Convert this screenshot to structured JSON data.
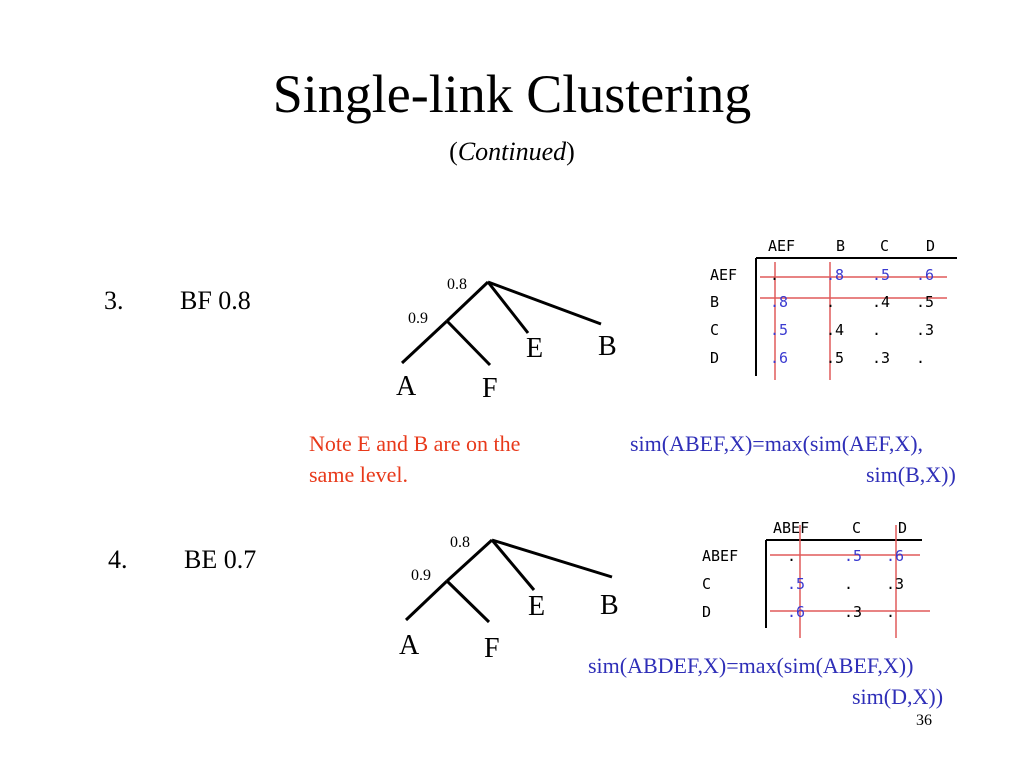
{
  "slide": {
    "title": "Single-link Clustering",
    "subtitle_open": "(",
    "subtitle_italic": "Continued",
    "subtitle_close": ")",
    "page_number": "36"
  },
  "step3": {
    "number": "3.",
    "label": "BF 0.8",
    "tree": {
      "root_sim": "0.8",
      "inner_sim": "0.9",
      "leaves": [
        "A",
        "F",
        "E",
        "B"
      ]
    },
    "matrix": {
      "columns": [
        "AEF",
        "B",
        "C",
        "D"
      ],
      "rows": [
        {
          "label": "AEF",
          "cells": [
            ".",
            ".8",
            ".5",
            ".6"
          ]
        },
        {
          "label": "B",
          "cells": [
            ".8",
            ".",
            ".4",
            ".5"
          ]
        },
        {
          "label": "C",
          "cells": [
            ".5",
            ".4",
            ".",
            ".3"
          ]
        },
        {
          "label": "D",
          "cells": [
            ".6",
            ".5",
            ".3",
            "."
          ]
        }
      ]
    },
    "note_line1": "Note E and B are on the",
    "note_line2": "same level.",
    "formula_line1": "sim(ABEF,X)=max(sim(AEF,X),",
    "formula_line2": "sim(B,X))"
  },
  "step4": {
    "number": "4.",
    "label": "BE 0.7",
    "tree": {
      "root_sim": "0.8",
      "inner_sim": "0.9",
      "leaves": [
        "A",
        "F",
        "E",
        "B"
      ]
    },
    "matrix": {
      "columns": [
        "ABEF",
        "C",
        "D"
      ],
      "rows": [
        {
          "label": "ABEF",
          "cells": [
            ".",
            ".5",
            ".6"
          ]
        },
        {
          "label": "C",
          "cells": [
            ".5",
            ".",
            ".3"
          ]
        },
        {
          "label": "D",
          "cells": [
            ".6",
            ".3",
            "."
          ]
        }
      ]
    },
    "formula_line1": "sim(ABDEF,X)=max(sim(ABEF,X))",
    "formula_line2": "sim(D,X))"
  },
  "colors": {
    "note": "#e8391a",
    "formula": "#2f2fb8",
    "matrix_value_blue": "#3a3ad0",
    "matrix_highlight_line": "#e05a5a"
  }
}
